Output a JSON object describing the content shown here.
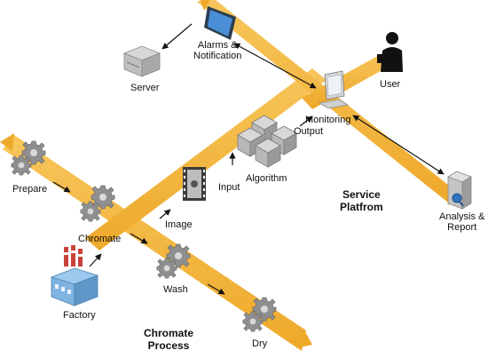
{
  "labels": {
    "alarms": [
      "Alarms &",
      "Notification"
    ],
    "server": "Server",
    "user": "User",
    "monitoring": "Monitoring",
    "output": "Output",
    "algorithm": "Algorithm",
    "input": "Input",
    "image": "Image",
    "prepare": "Prepare",
    "chromate": "Chromate",
    "factory": "Factory",
    "wash": "Wash",
    "dry": "Dry",
    "analysis": [
      "Analysis &",
      "Report"
    ],
    "service_platform": [
      "Service",
      "Platfrom"
    ],
    "chromate_process": [
      "Chromate",
      "Process"
    ]
  },
  "colors": {
    "band": "#f3b43a",
    "gear": "#8f8f8f",
    "cube": "#a8a8a8",
    "arrow": "#111111"
  }
}
